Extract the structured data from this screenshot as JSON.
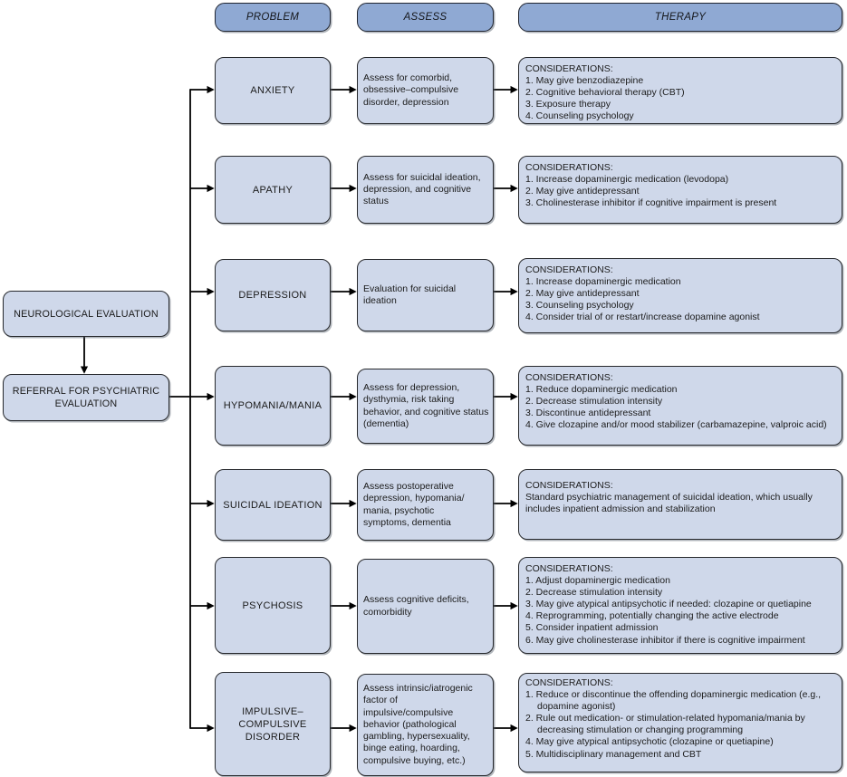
{
  "palette": {
    "header_fill": "#8fa9d3",
    "box_fill": "#cfd8ea",
    "border": "#26282c",
    "arrow": "#000000",
    "text": "#1b1b1b"
  },
  "headers": {
    "problem": "PROBLEM",
    "assess": "ASSESS",
    "therapy": "THERAPY"
  },
  "left_flow": {
    "neurological": "NEUROLOGICAL EVALUATION",
    "referral": "REFERRAL FOR PSYCHIATRIC\nEVALUATION"
  },
  "rows": [
    {
      "problem": "ANXIETY",
      "assess": "Assess for comorbid,\nobsessive–compulsive\ndisorder, depression",
      "therapy_title": "CONSIDERATIONS:",
      "therapy_items": [
        "1. May give benzodiazepine",
        "2. Cognitive behavioral therapy (CBT)",
        "3. Exposure therapy",
        "4. Counseling psychology"
      ]
    },
    {
      "problem": "APATHY",
      "assess": "Assess for suicidal ideation,\ndepression, and cognitive\nstatus",
      "therapy_title": "CONSIDERATIONS:",
      "therapy_items": [
        "1. Increase dopaminergic medication (levodopa)",
        "2. May give antidepressant",
        "3. Cholinesterase inhibitor if cognitive impairment is present"
      ]
    },
    {
      "problem": "DEPRESSION",
      "assess": "Evaluation for suicidal\nideation",
      "therapy_title": "CONSIDERATIONS:",
      "therapy_items": [
        "1. Increase dopaminergic medication",
        "2. May give antidepressant",
        "3. Counseling psychology",
        "4. Consider trial of or restart/increase dopamine agonist"
      ]
    },
    {
      "problem": "HYPOMANIA/MANIA",
      "assess": "Assess for depression,\ndysthymia, risk taking\nbehavior, and cognitive status\n(dementia)",
      "therapy_title": "CONSIDERATIONS:",
      "therapy_items": [
        "1. Reduce dopaminergic medication",
        "2. Decrease stimulation intensity",
        "3. Discontinue antidepressant",
        "4. Give clozapine and/or mood stabilizer (carbamazepine, valproic acid)"
      ]
    },
    {
      "problem": "SUICIDAL IDEATION",
      "assess": "Assess postoperative\ndepression, hypomania/\nmania, psychotic\nsymptoms, dementia",
      "therapy_title": "CONSIDERATIONS:",
      "therapy_items": [
        "Standard psychiatric management of suicidal ideation, which usually includes inpatient admission and stabilization"
      ]
    },
    {
      "problem": "PSYCHOSIS",
      "assess": "Assess cognitive deficits,\ncomorbidity",
      "therapy_title": "CONSIDERATIONS:",
      "therapy_items": [
        "1. Adjust dopaminergic medication",
        "2. Decrease stimulation intensity",
        "3. May give atypical antipsychotic if needed: clozapine or quetiapine",
        "4. Reprogramming, potentially changing the active electrode",
        "5. Consider inpatient admission",
        "6. May give cholinesterase inhibitor if there is cognitive impairment"
      ]
    },
    {
      "problem": "IMPULSIVE–\nCOMPULSIVE\nDISORDER",
      "assess": "Assess intrinsic/iatrogenic\nfactor of\nimpulsive/compulsive\nbehavior (pathological\ngambling, hypersexuality,\nbinge eating, hoarding,\ncompulsive buying, etc.)",
      "therapy_title": "CONSIDERATIONS:",
      "therapy_items": [
        "1. Reduce or discontinue the offending dopaminergic medication (e.g., dopamine agonist)",
        "2. Rule out medication- or stimulation-related hypomania/mania by decreasing stimulation or changing programming",
        "4. May give atypical antipsychotic (clozapine or quetiapine)",
        "5. Multidisciplinary management and CBT"
      ]
    }
  ]
}
